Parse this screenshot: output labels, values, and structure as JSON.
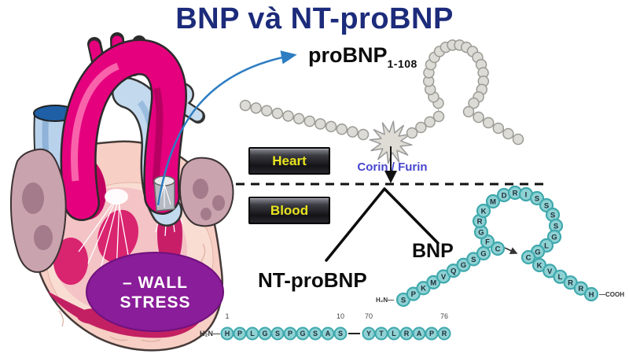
{
  "title": "BNP và NT-proBNP",
  "probnp": {
    "name": "proBNP",
    "residue_range": "1-108"
  },
  "compartments": {
    "heart": "Heart",
    "blood": "Blood"
  },
  "enzymes": "Corin / Furin",
  "products": {
    "left": "NT-proBNP",
    "right": "BNP"
  },
  "heart_diagram": {
    "wall_stress_line1": "– WALL",
    "wall_stress_line2": "STRESS"
  },
  "bnp_peptide": {
    "n_terminus": "H₂N—",
    "c_terminus": "—COOH",
    "tail_n": [
      "S",
      "P",
      "K",
      "M",
      "V",
      "Q",
      "G",
      "S",
      "G"
    ],
    "ring": [
      "C",
      "F",
      "G",
      "R",
      "K",
      "M",
      "D",
      "R",
      "I",
      "S",
      "S",
      "S",
      "S",
      "G",
      "L",
      "G",
      "C"
    ],
    "tail_c": [
      "K",
      "V",
      "L",
      "R",
      "R",
      "H"
    ]
  },
  "nt_probnp_peptide": {
    "n_terminus": "H₂N—",
    "segment1": [
      "H",
      "P",
      "L",
      "G",
      "S",
      "P",
      "G",
      "S",
      "A",
      "S"
    ],
    "segment2": [
      "Y",
      "T",
      "L",
      "R",
      "A",
      "P",
      "R"
    ],
    "position_labels": {
      "p1": "1",
      "p10": "10",
      "p70": "70",
      "p76": "76"
    }
  },
  "colors": {
    "title_text": "#1c2b7a",
    "arrow_blue": "#2d7dc2",
    "corin_text": "#4646ce",
    "box_text_yellow": "#e8e41e",
    "bead_teal": "#8fd2d4",
    "bead_teal_border": "#3fa9ad",
    "bead_gray": "#dcdbd5",
    "bead_gray_border": "#9b9b95",
    "wall_stress_purple": "#8a1d99",
    "aorta_magenta": "#e5007e",
    "vessel_blue": "#c3d9ee",
    "heart_salmon": "#f7cfc5"
  }
}
